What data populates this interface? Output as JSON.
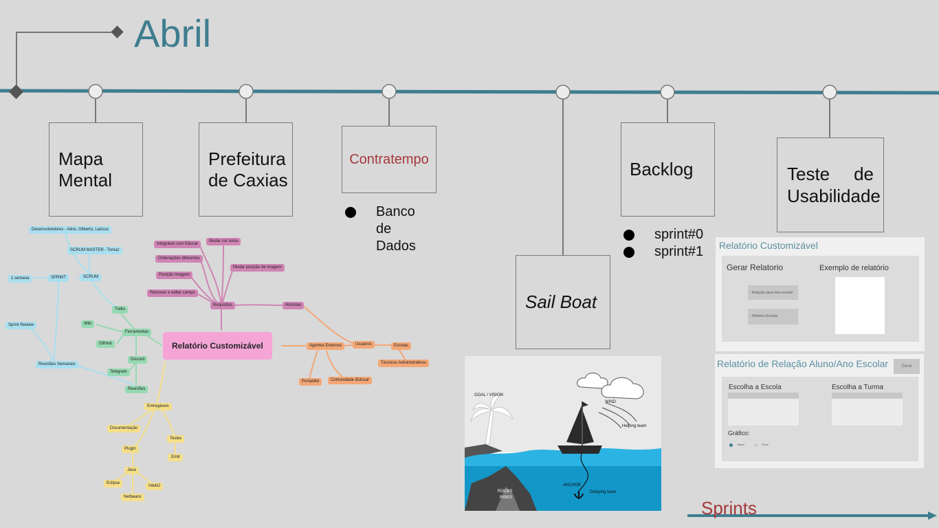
{
  "timeline": {
    "title": "Abril",
    "milestones": [
      {
        "label": "Mapa Mental"
      },
      {
        "label": "Prefeitura de Caxias"
      },
      {
        "label": "Contratempo",
        "bullets": [
          "Banco de Dados"
        ]
      },
      {
        "label": "Sail Boat"
      },
      {
        "label": "Backlog",
        "bullets": [
          "sprint#0",
          "sprint#1"
        ]
      },
      {
        "label": "Teste de Usabilidade"
      }
    ],
    "footer_label": "Sprints",
    "colors": {
      "line": "#3e7d8f",
      "accent": "#a5383b"
    }
  },
  "mindmap": {
    "center": "Relatório Customizável",
    "blue": [
      "Desenvolvedores - Aline, Gilberto, Larissa",
      "SCRUM MASTER - Tomaz",
      "SCRUM",
      "SPRINT",
      "1 semana",
      "Sprint Review",
      "Reuniões Semanais"
    ],
    "green": [
      "Trello",
      "Wiki",
      "Ferramentas",
      "GitHub",
      "Discord",
      "Telegram",
      "Reuniões"
    ],
    "pink": [
      "Integrável com Educar",
      "Mudar cor tema",
      "Ordenações diferentes",
      "Mudar posição de imagem",
      "Posição Imagem",
      "Remover e editar campo",
      "Requisitos",
      "Histórias"
    ],
    "orange": [
      "Agentes Externos",
      "Usuários",
      "Escolas",
      "Técnicos Administrativos",
      "Portabilid",
      "Comunidade iEducar"
    ],
    "yellow": [
      "Entregáveis",
      "Documentação",
      "Testes",
      "Plugin",
      "JUnit",
      "Java",
      "Eclipse",
      "IntelliJ",
      "Netbeans"
    ]
  },
  "sailboat": {
    "labels": [
      "GOAL / VISION",
      "WIND",
      "Helping team",
      "ANCHOR",
      "Delaying team",
      "ROCKS",
      "RISKS"
    ]
  },
  "report1": {
    "title": "Relatório Customizável",
    "gerar": "Gerar Relatorio",
    "exemplo": "Exemplo de relatório",
    "btn1": "- Relação aluno Ano escolar",
    "btn2": "- Histórico Escolar"
  },
  "report2": {
    "title": "Relatório de Relação Aluno/Ano Escolar",
    "gerar_btn": "Gerar Relatório",
    "escola_label": "Escolha a Escola",
    "turma_label": "Escolha a Turma",
    "grafico": "Gráfico:",
    "opt1": "Barra",
    "opt2": "Pizza"
  }
}
